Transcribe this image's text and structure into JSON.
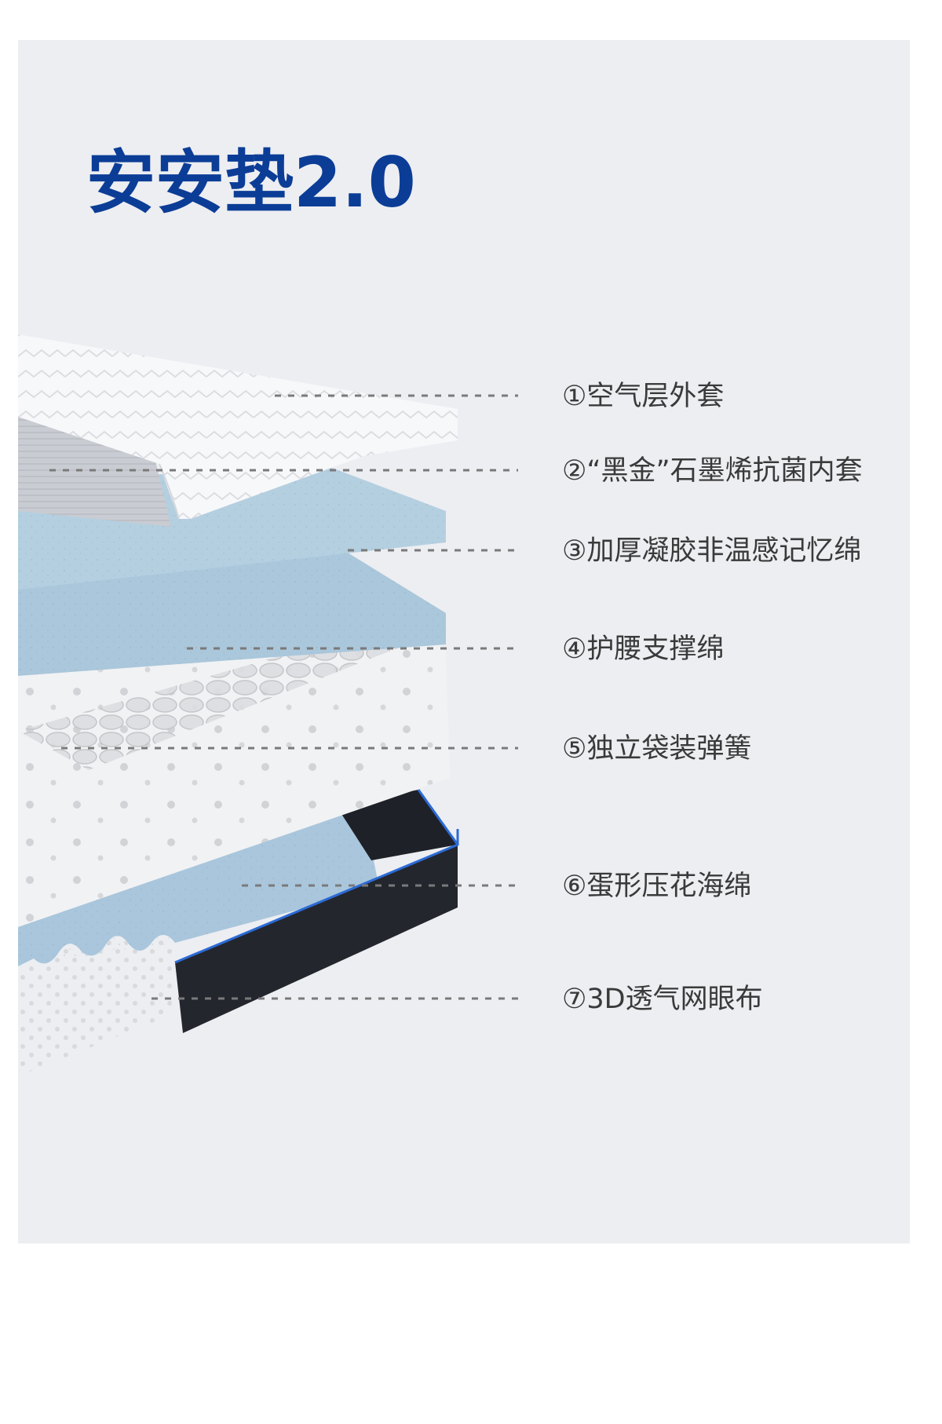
{
  "title": "安安垫2.0",
  "colors": {
    "title": "#0b3d97",
    "panel_bg": "#edeef2",
    "label_text": "#3a3a3a",
    "leader_line": "#7a7a7a"
  },
  "layers": [
    {
      "label": "①空气层外套"
    },
    {
      "label": "②“黑金”石墨烯抗菌内套"
    },
    {
      "label": "③加厚凝胶非温感记忆绵"
    },
    {
      "label": "④护腰支撑绵"
    },
    {
      "label": "⑤独立袋装弹簧"
    },
    {
      "label": "⑥蛋形压花海绵"
    },
    {
      "label": "⑦3D透气网眼布"
    }
  ]
}
